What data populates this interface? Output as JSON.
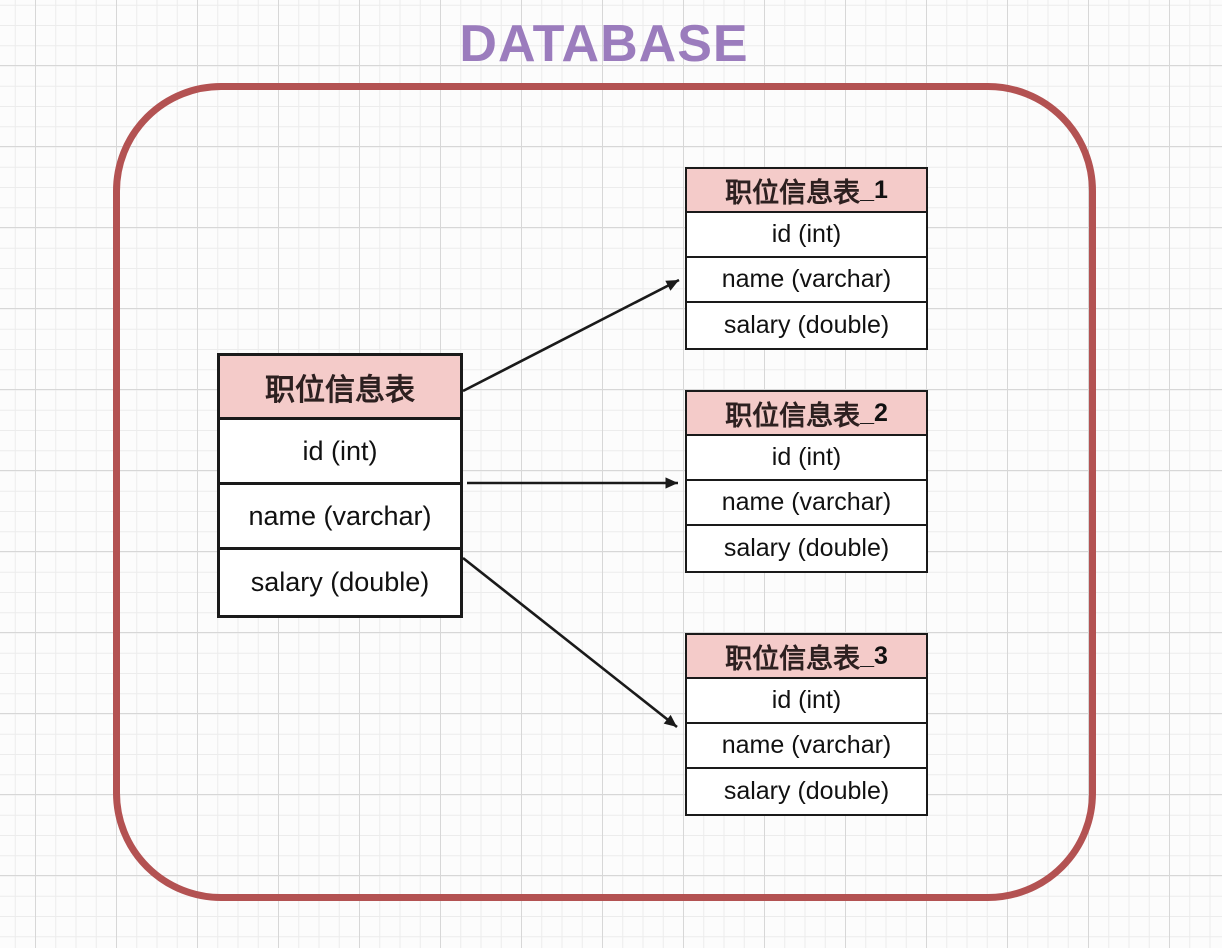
{
  "page": {
    "title": "DATABASE"
  },
  "colors": {
    "title_text": "#9b7cbd",
    "boundary_border": "#b35252",
    "table_header_bg": "#f4cbc9",
    "table_border": "#1a1a1a",
    "arrow": "#1a1a1a",
    "grid_minor": "#ececec",
    "grid_major": "#d7d7d7"
  },
  "source_table": {
    "name": "职位信息表",
    "suffix": "",
    "columns": [
      "id (int)",
      "name (varchar)",
      "salary (double)"
    ]
  },
  "shard_tables": [
    {
      "name": "职位信息表",
      "suffix": "_1",
      "columns": [
        "id (int)",
        "name (varchar)",
        "salary (double)"
      ]
    },
    {
      "name": "职位信息表",
      "suffix": "_2",
      "columns": [
        "id (int)",
        "name (varchar)",
        "salary (double)"
      ]
    },
    {
      "name": "职位信息表",
      "suffix": "_3",
      "columns": [
        "id (int)",
        "name (varchar)",
        "salary (double)"
      ]
    }
  ]
}
